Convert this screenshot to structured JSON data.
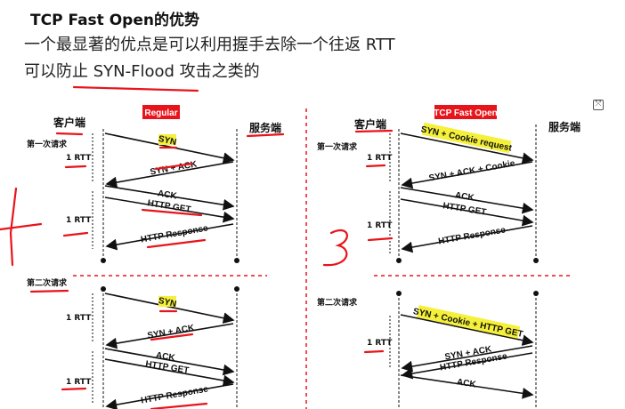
{
  "heading": {
    "title": "TCP Fast Open的优势",
    "line1": "一个最显著的优点是可以利用握手去除一个往返 RTT",
    "line2": "可以防止 SYN-Flood 攻击之类的"
  },
  "regular": {
    "tag": "Regular",
    "client": "客户端",
    "server": "服务端",
    "first_request": "第一次请求",
    "second_request": "第二次请求",
    "rtt": "1 RTT",
    "first_messages": [
      "SYN",
      "SYN + ACK",
      "ACK",
      "HTTP GET",
      "HTTP Response"
    ],
    "second_messages": [
      "SYN",
      "SYN + ACK",
      "ACK",
      "HTTP GET",
      "HTTP Response"
    ]
  },
  "fast_open": {
    "tag": "TCP Fast Open",
    "client": "客户端",
    "server": "服务端",
    "first_request": "第一次请求",
    "second_request": "第二次请求",
    "rtt": "1 RTT",
    "first_messages": [
      "SYN + Cookie request",
      "SYN + ACK + Cookie",
      "ACK",
      "HTTP GET",
      "HTTP Response"
    ],
    "second_messages": [
      "SYN + Cookie + HTTP GET",
      "SYN + ACK",
      "HTTP Response",
      "ACK"
    ]
  },
  "annotations": {
    "left_mark": "4",
    "right_mark": "3"
  },
  "colors": {
    "tag_red": "#e8141b",
    "highlight_yellow": "#f5f03a",
    "ink_red": "#e8141b"
  }
}
